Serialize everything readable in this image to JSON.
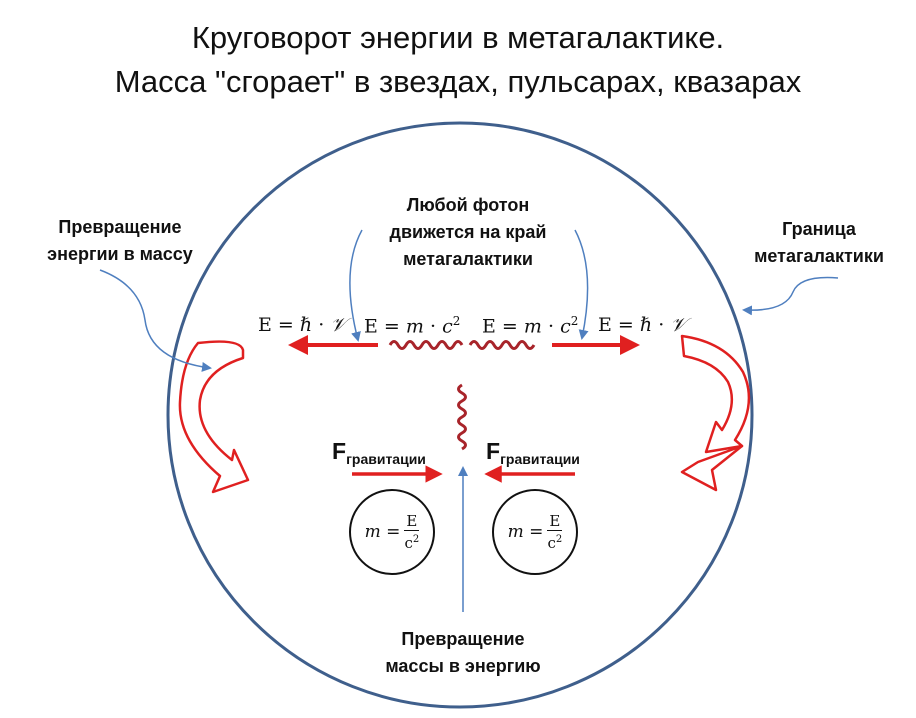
{
  "title": {
    "line1": "Круговорот  энергии в метагалактике.",
    "line2": "Масса \"сгорает\" в звездах, пульсарах, квазарах"
  },
  "labels": {
    "photon": [
      "Любой фотон",
      "движется на край",
      "метагалактики"
    ],
    "energy_to_mass": [
      "Превращение",
      "энергии в массу"
    ],
    "boundary": [
      "Граница",
      "метагалактики"
    ],
    "mass_to_energy": [
      "Превращение",
      "массы в энергию"
    ]
  },
  "equations": {
    "E_h": "ℏ",
    "E_nu": "𝒱",
    "E_m": "m",
    "E_c": "c",
    "exp": "2",
    "E_letter": "E",
    "eq_sign": "=",
    "dot": "·"
  },
  "gravity": {
    "F": "F",
    "sub": "гравитации"
  },
  "mass_formula": {
    "m": "m",
    "eq": "=",
    "num": "E",
    "den": "c",
    "exp": "2"
  },
  "colors": {
    "circle": "#3f5f8c",
    "arrow_red": "#e02020",
    "pointer": "#4f7fbf",
    "wave": "#a8242a"
  }
}
